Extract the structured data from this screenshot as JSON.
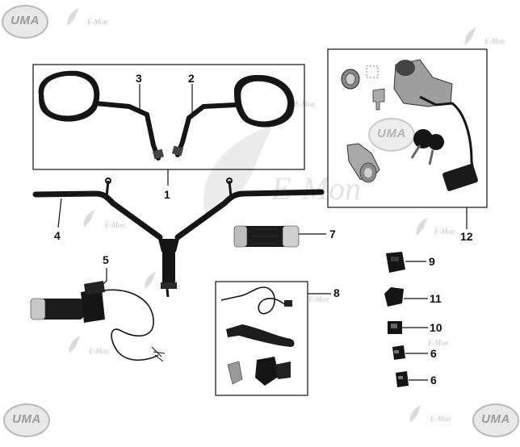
{
  "brand": {
    "logo_text": "UMA",
    "watermark_text": "E-Mon",
    "watermark_big": "E-Mon"
  },
  "callouts": {
    "c1": "1",
    "c2": "2",
    "c3": "3",
    "c4": "4",
    "c5": "5",
    "c6a": "6",
    "c6b": "6",
    "c7": "7",
    "c8": "8",
    "c9": "9",
    "c10": "10",
    "c11": "11",
    "c12": "12"
  },
  "colors": {
    "line": "#111111",
    "part_dark": "#1b1b1b",
    "chrome": "#bdbdbd",
    "watermark": "#d6d6d6"
  }
}
